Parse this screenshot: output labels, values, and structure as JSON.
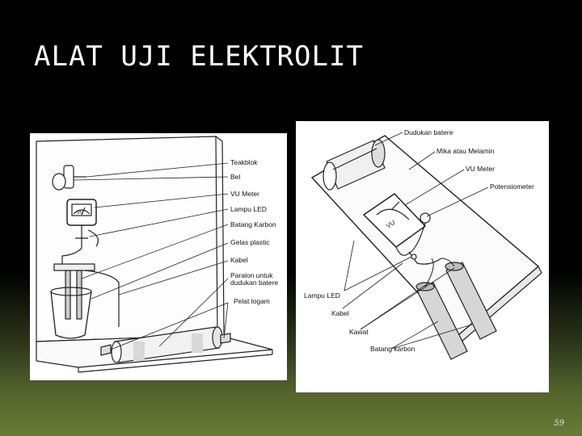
{
  "slide": {
    "title": "ALAT UJI ELEKTROLIT",
    "page_number": "59"
  },
  "left_diagram": {
    "labels": {
      "teakblok": "Teakblok",
      "bel": "Bel",
      "vu_meter": "VU Meter",
      "lampu_led": "Lampu LED",
      "batang_karbon": "Batang Karbon",
      "gelas_plastic": "Gelas plastic",
      "kabel": "Kabel",
      "paralon_line1": "Paralon untuk",
      "paralon_line2": "dudukan batere",
      "pelat_logam": "Pelat logam"
    },
    "meter_text": "VU"
  },
  "right_diagram": {
    "labels": {
      "dudukan_batere": "Dudukan batere",
      "mika": "Mika atau Melamin",
      "vu_meter": "VU Meter",
      "potensiometer": "Potensiometer",
      "lampu_led": "Lampu LED",
      "kabel": "Kabel",
      "kawat": "Kawat",
      "batang_karbon": "Batang karbon"
    },
    "meter_text": "VU"
  }
}
